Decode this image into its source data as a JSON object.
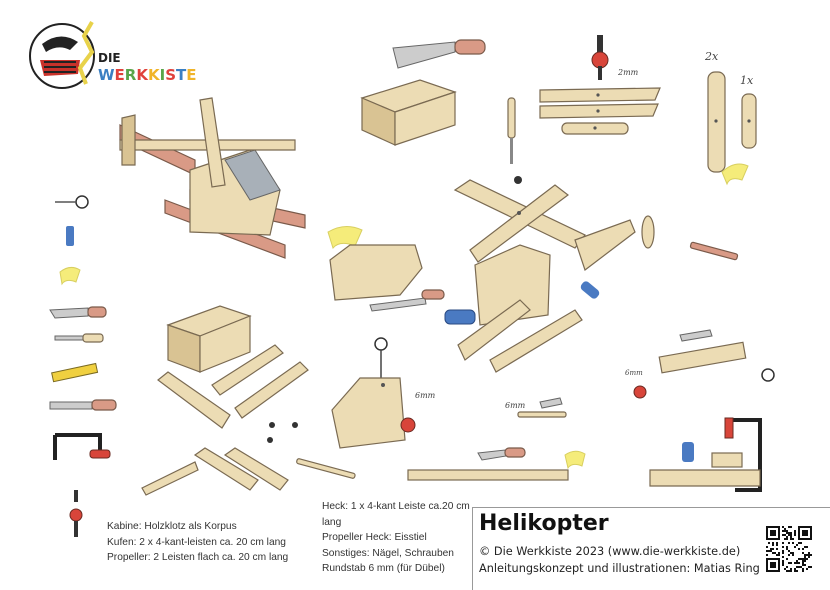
{
  "logo": {
    "line1": "DIE",
    "line2": "WERKKISTE",
    "letter_colors": [
      "#3a7fc2",
      "#e0413b",
      "#5aa54a",
      "#e0413b",
      "#f0b429",
      "#5aa54a",
      "#e0413b",
      "#3a7fc2",
      "#f0b429"
    ]
  },
  "annotations": {
    "drill_depth_top": "2mm",
    "count_long": "2x",
    "count_short": "1x",
    "hole_body": "6mm",
    "hole_dowel": "6mm",
    "hole_tail": "6mm"
  },
  "materials_left": [
    "Kabine: Holzklotz als Korpus",
    "Kufen: 2 x 4-kant-leisten ca. 20 cm lang",
    "Propeller: 2 Leisten flach ca. 20 cm lang"
  ],
  "materials_right": [
    "Heck: 1 x 4-kant Leiste ca.20 cm lang",
    "Propeller Heck: Eisstiel",
    "Sonstiges: Nägel, Schrauben",
    "Rundstab 6 mm (für Dübel)"
  ],
  "title_box": {
    "title": "Helikopter",
    "copyright": "© Die Werkkiste 2023 (www.die-werkkiste.de)",
    "credits": "Anleitungskonzept und illustrationen: Matias Ring"
  },
  "colors": {
    "wood": "#ecdcb4",
    "wood_dark": "#d9c393",
    "outline": "#7a6a52",
    "red_tool": "#d8453a",
    "sponge": "#f5ec7a"
  }
}
